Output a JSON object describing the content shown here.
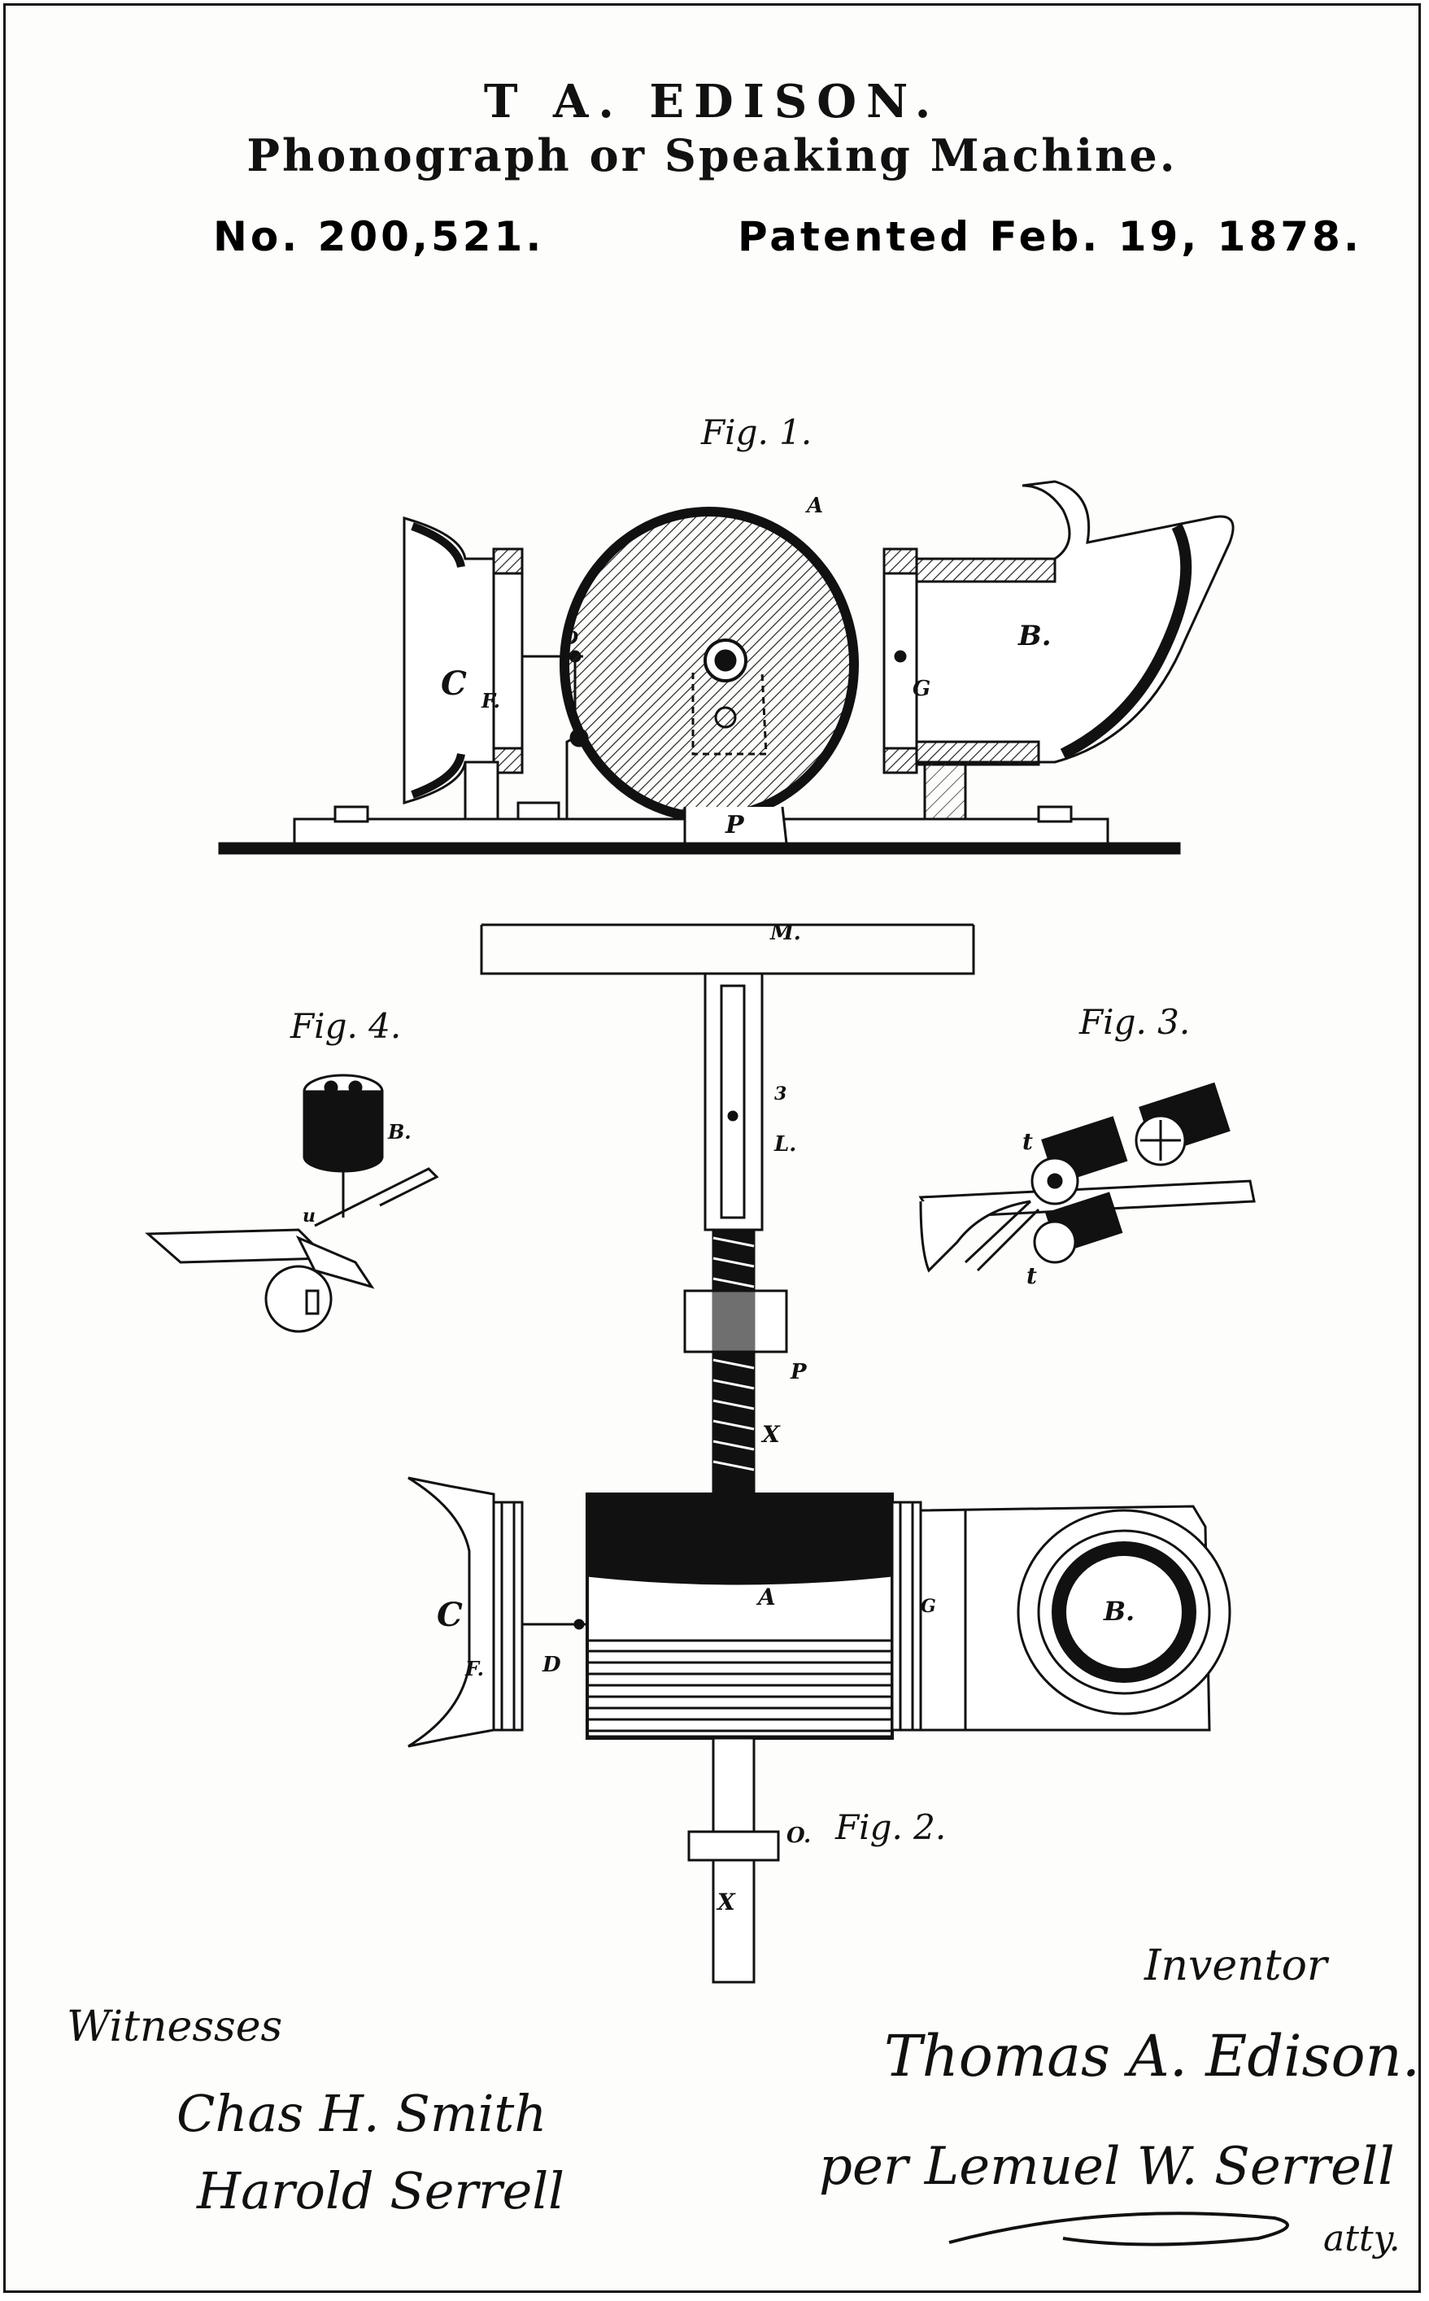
{
  "header": {
    "inventor_line": "T A. EDISON.",
    "title": "Phonograph or Speaking Machine.",
    "patent_number": "No. 200,521.",
    "patent_date": "Patented Feb. 19, 1878."
  },
  "figures": {
    "fig1": "Fig. 1.",
    "fig2": "Fig. 2.",
    "fig3": "Fig. 3.",
    "fig4": "Fig. 4."
  },
  "labels": {
    "A": "A",
    "B": "B.",
    "C": "C",
    "D": "D",
    "F": "F.",
    "G": "G",
    "P": "P",
    "M": "M.",
    "L": "L.",
    "X": "X",
    "O": "O.",
    "three": "3",
    "t": "t",
    "u": "u"
  },
  "signatures": {
    "witnesses_heading": "Witnesses",
    "witness_1": "Chas H. Smith",
    "witness_2": "Harold Serrell",
    "inventor_heading": "Inventor",
    "inventor_name": "Thomas A. Edison.",
    "attorney_line": "per Lemuel W. Serrell",
    "attorney_suffix": "atty."
  }
}
